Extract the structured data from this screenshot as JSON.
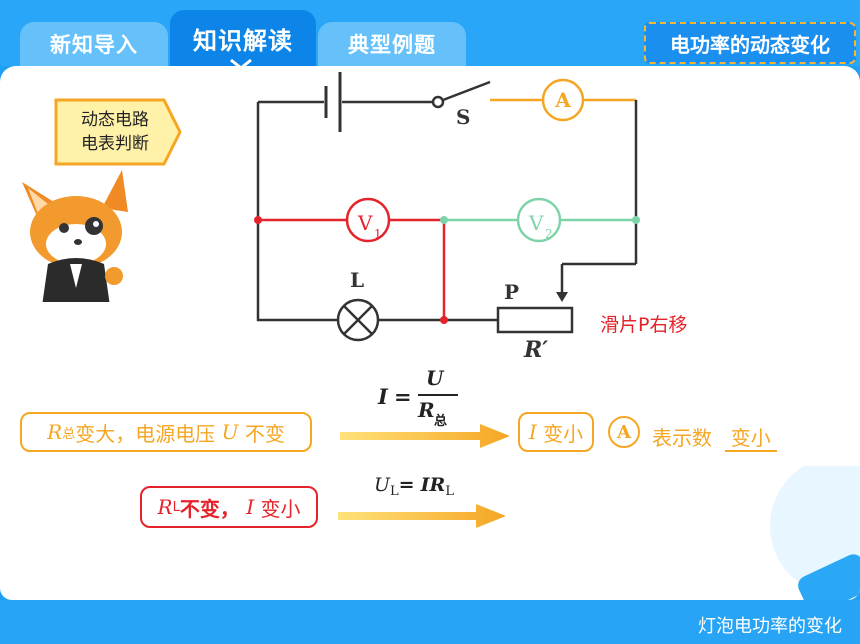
{
  "tabs": [
    {
      "label": "新知导入",
      "active": false
    },
    {
      "label": "知识解读",
      "active": true
    },
    {
      "label": "典型例题",
      "active": false
    }
  ],
  "header_title": "电功率的动态变化",
  "footer_text": "灯泡电功率的变化",
  "mascot_sign": {
    "line1": "动态电路",
    "line2": "电表判断"
  },
  "circuit": {
    "switch_label": "S",
    "ammeter_label": "A",
    "v1_label": "V",
    "v1_sub": "1",
    "v2_label": "V",
    "v2_sub": "2",
    "lamp_label": "L",
    "slider_label": "P",
    "resistor_label": "R′",
    "note": "滑片P右移"
  },
  "formula1": {
    "lhs": "I",
    "eq": "=",
    "num": "U",
    "den": "R",
    "den_sub": "总"
  },
  "formula2": {
    "u": "U",
    "u_sub": "L",
    "eq": "=",
    "ir": "IR",
    "ir_sub": "L"
  },
  "row1": {
    "r": "R",
    "r_sub": "总",
    "text1": "变大，电源电压",
    "u": "U",
    "text2": "不变",
    "result_i": "I",
    "result_text": "变小",
    "ammeter_icon": "A",
    "reading_text": "表示数",
    "reading_value": "变小"
  },
  "row2": {
    "r": "R",
    "r_sub": "L",
    "text1": "不变，",
    "i": "I",
    "text2": "变小"
  },
  "colors": {
    "orange": "#f5a623",
    "red": "#e5232b",
    "green": "#7fd3a8",
    "blue": "#1ea0f5"
  }
}
